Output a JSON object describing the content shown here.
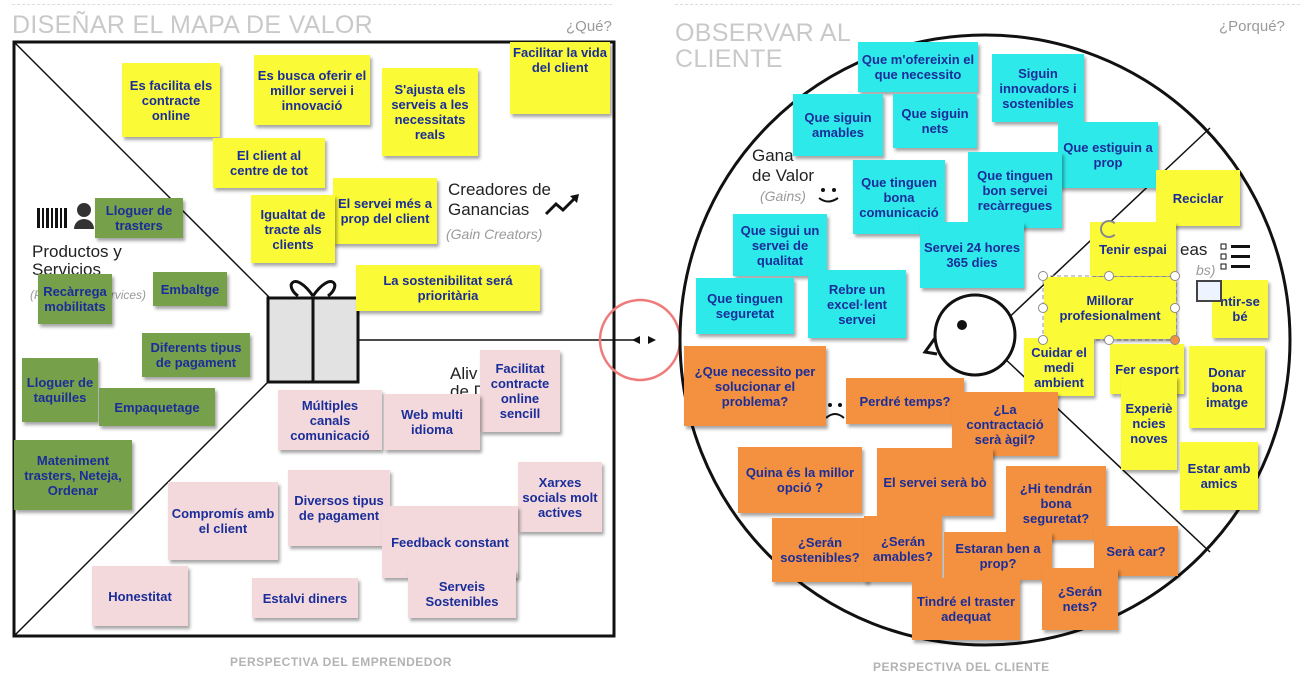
{
  "left": {
    "title": "DISEÑAR EL MAPA DE VALOR",
    "tag": "¿Qué?",
    "footer": "PERSPECTIVA DEL EMPRENDEDOR",
    "labels": {
      "products_line1": "Productos y",
      "products_line2": "Servicios",
      "products_sub": "(Products & Services)",
      "gain_creators_line1": "Creadores de",
      "gain_creators_line2": "Ganancias",
      "gain_creators_sub": "(Gain Creators)",
      "pain_relievers_line1": "Aliv",
      "pain_relievers_line2": "de D"
    },
    "notes": [
      {
        "id": "y1",
        "color": "y",
        "text": "Es facilita els contracte online"
      },
      {
        "id": "y2",
        "color": "y",
        "text": "Es busca oferir el millor servei i innovació"
      },
      {
        "id": "y3",
        "color": "y",
        "text": "S'ajusta els serveis a les necessitats reals"
      },
      {
        "id": "y4",
        "color": "y",
        "text": "Facilitar la vida del client"
      },
      {
        "id": "y5",
        "color": "y",
        "text": "El client al centre de tot"
      },
      {
        "id": "y6",
        "color": "y",
        "text": "El servei més a prop del client"
      },
      {
        "id": "y7",
        "color": "y",
        "text": "Igualtat de tracte als clients"
      },
      {
        "id": "y8",
        "color": "y",
        "text": "La sostenibilitat será prioritària"
      },
      {
        "id": "g1",
        "color": "g",
        "text": "Lloguer de trasters"
      },
      {
        "id": "g2",
        "color": "g",
        "text": "Recàrrega mobilitats"
      },
      {
        "id": "g3",
        "color": "g",
        "text": "Embaltge"
      },
      {
        "id": "g4",
        "color": "g",
        "text": "Diferents tipus de pagament"
      },
      {
        "id": "g5",
        "color": "g",
        "text": "Lloguer de taquilles"
      },
      {
        "id": "g6",
        "color": "g",
        "text": "Empaquetage"
      },
      {
        "id": "g7",
        "color": "g",
        "text": "Mateniment trasters, Neteja, Ordenar"
      },
      {
        "id": "p1",
        "color": "p",
        "text": "Facilitat contracte online sencill"
      },
      {
        "id": "p2",
        "color": "p",
        "text": "Múltiples canals comunicació"
      },
      {
        "id": "p3",
        "color": "p",
        "text": "Web multi idioma"
      },
      {
        "id": "p4",
        "color": "p",
        "text": "Compromís amb el client"
      },
      {
        "id": "p5",
        "color": "p",
        "text": "Diversos tipus de pagament"
      },
      {
        "id": "p6",
        "color": "p",
        "text": "Xarxes socials molt actives"
      },
      {
        "id": "p7",
        "color": "p",
        "text": "Feedback constant"
      },
      {
        "id": "p8",
        "color": "p",
        "text": "Honestitat"
      },
      {
        "id": "p9",
        "color": "p",
        "text": "Estalvi diners"
      },
      {
        "id": "p10",
        "color": "p",
        "text": "Serveis Sostenibles"
      }
    ]
  },
  "right": {
    "title_line1": "OBSERVAR AL",
    "title_line2": "CLIENTE",
    "tag": "¿Porqué?",
    "footer": "PERSPECTIVA DEL CLIENTE",
    "labels": {
      "gains_line1": "Gana",
      "gains_line2": "de Valor",
      "gains_sub": "(Gains)",
      "jobs_partial": "eas",
      "jobs_sub": "bs)"
    },
    "notes": [
      {
        "id": "c1",
        "color": "c",
        "text": "Que m'ofereixin el que necessito"
      },
      {
        "id": "c2",
        "color": "c",
        "text": "Siguin innovadors i sostenibles"
      },
      {
        "id": "c3",
        "color": "c",
        "text": "Que siguin amables"
      },
      {
        "id": "c4",
        "color": "c",
        "text": "Que siguin nets"
      },
      {
        "id": "c5",
        "color": "c",
        "text": "Que estiguin a prop"
      },
      {
        "id": "c6",
        "color": "c",
        "text": "Que tinguen bona comunicació"
      },
      {
        "id": "c7",
        "color": "c",
        "text": "Que tinguen bon servei recàrregues"
      },
      {
        "id": "c8",
        "color": "c",
        "text": "Que sigui un servei de qualitat"
      },
      {
        "id": "c9",
        "color": "c",
        "text": "Servei 24 hores 365 dies"
      },
      {
        "id": "c10",
        "color": "c",
        "text": "Que tinguen seguretat"
      },
      {
        "id": "c11",
        "color": "c",
        "text": "Rebre un excel·lent servei"
      },
      {
        "id": "yr1",
        "color": "y",
        "text": "Reciclar"
      },
      {
        "id": "yr2",
        "color": "y",
        "text": "Tenir espai"
      },
      {
        "id": "yr3",
        "color": "y",
        "text": "Millorar profesionalment"
      },
      {
        "id": "yr4",
        "color": "y",
        "text": "ntir-se bé"
      },
      {
        "id": "yr5",
        "color": "y",
        "text": "Cuidar el medi ambient"
      },
      {
        "id": "yr6",
        "color": "y",
        "text": "Fer esport"
      },
      {
        "id": "yr7",
        "color": "y",
        "text": "Donar bona imatge"
      },
      {
        "id": "yr8",
        "color": "y",
        "text": "Experiè ncies noves"
      },
      {
        "id": "yr9",
        "color": "y",
        "text": "Estar amb amics"
      },
      {
        "id": "o1",
        "color": "o",
        "text": "¿Que necessito per solucionar el problema?"
      },
      {
        "id": "o2",
        "color": "o",
        "text": "Perdré temps?"
      },
      {
        "id": "o3",
        "color": "o",
        "text": "¿La contractació serà àgil?"
      },
      {
        "id": "o4",
        "color": "o",
        "text": "Quina és la millor opció ?"
      },
      {
        "id": "o5",
        "color": "o",
        "text": "El servei serà bò"
      },
      {
        "id": "o6",
        "color": "o",
        "text": "¿Hi tendrán bona seguretat?"
      },
      {
        "id": "o7",
        "color": "o",
        "text": "¿Serán sostenibles?"
      },
      {
        "id": "o8",
        "color": "o",
        "text": "¿Serán amables?"
      },
      {
        "id": "o9",
        "color": "o",
        "text": "Estaran ben a prop?"
      },
      {
        "id": "o10",
        "color": "o",
        "text": "Serà car?"
      },
      {
        "id": "o11",
        "color": "o",
        "text": "Tindré el traster adequat"
      },
      {
        "id": "o12",
        "color": "o",
        "text": "¿Serán nets?"
      }
    ]
  },
  "colors": {
    "yellow": "#fafa37",
    "green": "#77a04a",
    "pink": "#f3d9dc",
    "cyan": "#2ee9e9",
    "orange": "#f39140",
    "text": "#1a2d99"
  }
}
